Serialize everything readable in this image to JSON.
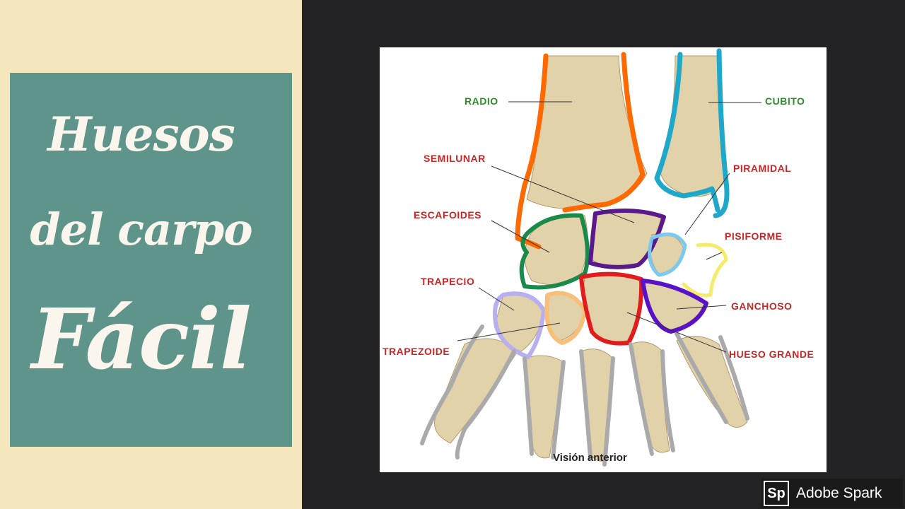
{
  "title": {
    "line1": "Huesos",
    "line2": "del carpo",
    "line3": "Fácil"
  },
  "figure": {
    "caption": "Visión anterior",
    "labels": {
      "radio": "RADIO",
      "cubito": "CUBITO",
      "semilunar": "SEMILUNAR",
      "piramidal": "PIRAMIDAL",
      "escafoides": "ESCAFOIDES",
      "pisiforme": "PISIFORME",
      "trapecio": "TRAPECIO",
      "ganchoso": "GANCHOSO",
      "trapezoide": "TRAPEZOIDE",
      "hueso_grande": "HUESO GRANDE"
    }
  },
  "watermark": {
    "logo": "Sp",
    "text": "Adobe Spark"
  },
  "colors": {
    "left_background": "#f4e6bd",
    "title_card": "#5f948a",
    "title_text": "#faf6ee",
    "right_background": "#222224",
    "radio_outline": "#ff6a00",
    "cubito_outline": "#1fa8c9",
    "escafoides_outline": "#1a8a4a",
    "semilunar_outline": "#5b1a8c",
    "piramidal_outline": "#7cc8ee",
    "pisiforme_outline": "#f4ec6a",
    "trapecio_outline": "#b8aef0",
    "trapezoide_outline": "#f6c07a",
    "hueso_grande_outline": "#e01c1c",
    "ganchoso_outline": "#5a12c8",
    "metacarpal_outline": "#aaaaaa",
    "green_label": "#2e8b2e",
    "red_label": "#c52828"
  }
}
